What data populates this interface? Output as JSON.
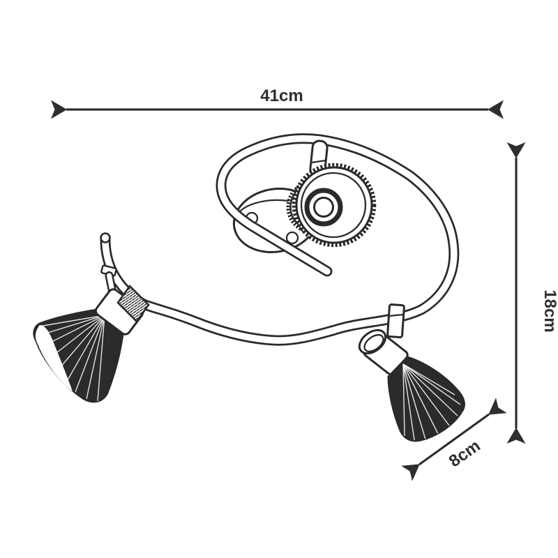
{
  "figure": {
    "type": "technical product dimension drawing",
    "subject": "three-light spiral ceiling spotlight fixture",
    "background_color": "#ffffff",
    "line_color": "#2a2a2a",
    "shade_fill_color": "#2b2b2b",
    "dimensions": {
      "width": {
        "label": "41cm",
        "orientation": "horizontal"
      },
      "height": {
        "label": "18cm",
        "orientation": "vertical"
      },
      "depth": {
        "label": "8cm",
        "orientation": "diagonal"
      }
    },
    "parts": [
      {
        "name": "spiral-arm"
      },
      {
        "name": "ceiling-canopy"
      },
      {
        "name": "front-spotlight-head"
      },
      {
        "name": "left-spotlight"
      },
      {
        "name": "right-spotlight"
      }
    ]
  }
}
